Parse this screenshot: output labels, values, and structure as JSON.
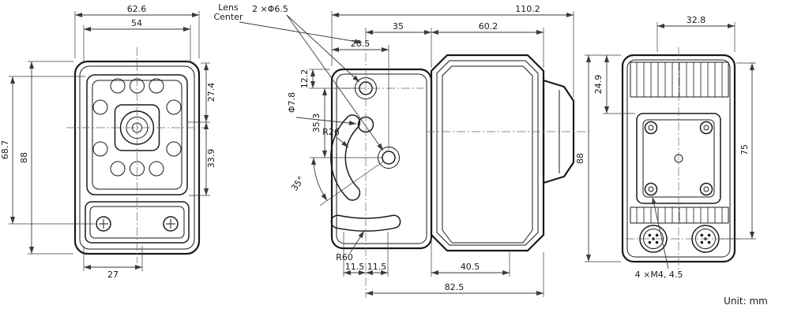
{
  "drawing": {
    "unit_note": "Unit: mm",
    "front_view": {
      "width_overall": "62.6",
      "width_inner": "54",
      "height_face": "68.7",
      "height_overall": "88",
      "right_upper": "27.4",
      "right_lower": "33.9",
      "bottom_offset": "27"
    },
    "side_view": {
      "lens_center_line1": "Lens",
      "lens_center_line2": "Center",
      "mount_holes": "2 ×Φ6.5",
      "length_overall": "110.2",
      "lens_to_front": "35",
      "edge_to_pivot": "28.5",
      "top_to_lens": "12.2",
      "slot_width_dia": "Φ7.8",
      "lens_to_pivot": "35.3",
      "slot_radius": "R26",
      "tilt_angle": "35°",
      "base_slot_radius": "R60",
      "bottom_left": "11.5",
      "bottom_right": "11.5",
      "body_depth_bottom": "40.5",
      "length_bottom": "82.5",
      "body_depth_top": "60.2"
    },
    "back_view": {
      "top_width": "32.8",
      "fin_height": "24.9",
      "height_overall": "88",
      "connector_height": "75",
      "screw_note": "4 ×M4, 4.5"
    }
  }
}
